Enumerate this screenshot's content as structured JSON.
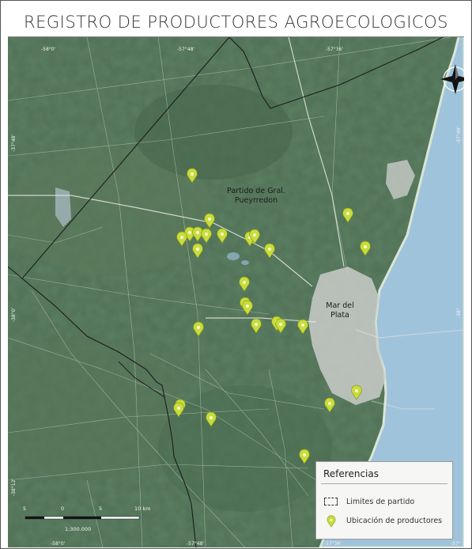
{
  "title": "REGISTRO DE PRODUCTORES AGROECOLOGICOS",
  "graticule": {
    "top": [
      "-58°0'",
      "-57°48'",
      "-57°36'"
    ],
    "bottom": [
      "-58°0'",
      "-57°48'",
      "-57°36'",
      "-57°"
    ],
    "left": [
      "-37°48'",
      "-38°0'",
      "-38°12'"
    ],
    "right": [
      "-37°48'",
      "-38°"
    ]
  },
  "places": {
    "partido": "Partido de Gral. Pueyrredon",
    "partido_line1": "Partido de Gral.",
    "partido_line2": "Pueyrredon",
    "city_line1": "Mar del",
    "city_line2": "Plata"
  },
  "legend": {
    "title": "Referencias",
    "items": [
      {
        "label": "Limites de partido",
        "icon": "dashed-box-icon"
      },
      {
        "label": "Ubicación de productores",
        "icon": "location-pin-icon"
      }
    ]
  },
  "scale": {
    "ticks": [
      "5",
      "0",
      "5",
      "10 km"
    ],
    "ratio": "1:300.000"
  },
  "colors": {
    "land": "#4f7055",
    "ocean": "#9fc3db",
    "urban": "#c9cdc9",
    "pin": "#c8dc3c",
    "boundary": "#1c1c1c"
  }
}
